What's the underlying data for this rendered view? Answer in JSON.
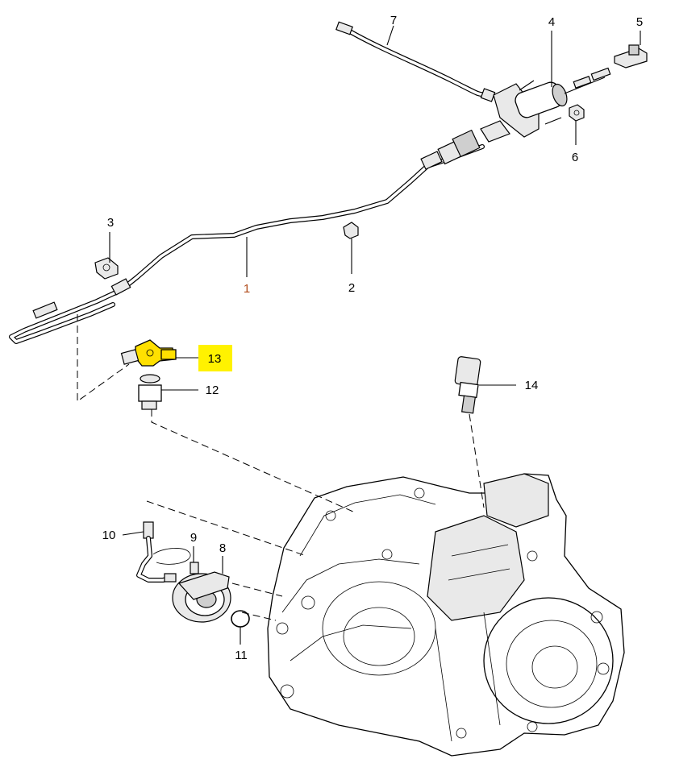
{
  "callouts": [
    {
      "id": "c1",
      "text": "1"
    },
    {
      "id": "c2",
      "text": "2"
    },
    {
      "id": "c3",
      "text": "3"
    },
    {
      "id": "c4",
      "text": "4"
    },
    {
      "id": "c5",
      "text": "5"
    },
    {
      "id": "c6",
      "text": "6"
    },
    {
      "id": "c7",
      "text": "7"
    },
    {
      "id": "c8",
      "text": "8"
    },
    {
      "id": "c9",
      "text": "9"
    },
    {
      "id": "c10",
      "text": "10"
    },
    {
      "id": "c11",
      "text": "11"
    },
    {
      "id": "c12",
      "text": "12"
    },
    {
      "id": "c13",
      "text": "13"
    },
    {
      "id": "c14",
      "text": "14"
    }
  ],
  "highlight": {
    "callout": "13",
    "color": "#fff200"
  },
  "colors": {
    "line": "#000000",
    "accent_label": "#b04a1a",
    "part_highlight": "#ffe000"
  }
}
